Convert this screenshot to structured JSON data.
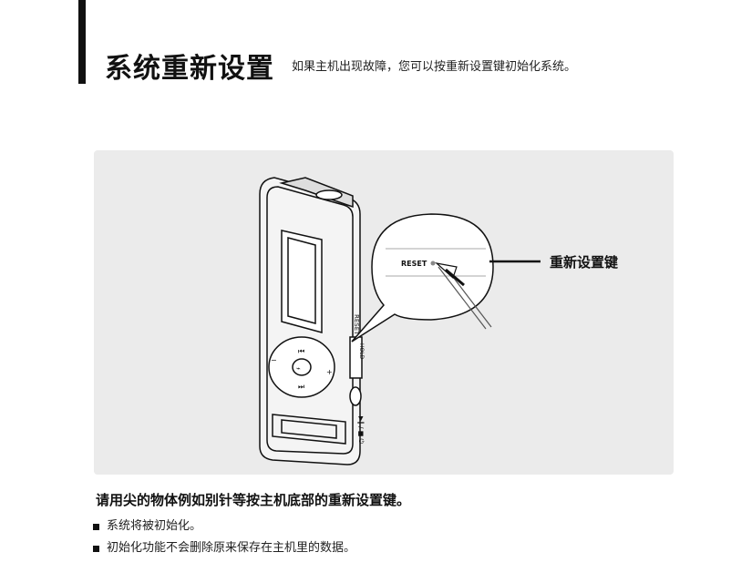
{
  "header": {
    "title": "系统重新设置",
    "subtitle": "如果主机出现故障，您可以按重新设置键初始化系统。"
  },
  "figure": {
    "callout_label": "重新设置键",
    "reset_text": "RESET",
    "side_reset_text": "RESET",
    "hold_text": "HOLD",
    "play_text": "▶‖ / ■ ⏻"
  },
  "instruction": "请用尖的物体例如别针等按主机底部的重新设置键。",
  "bullets": [
    "系统将被初始化。",
    "初始化功能不会删除原来保存在主机里的数据。"
  ]
}
